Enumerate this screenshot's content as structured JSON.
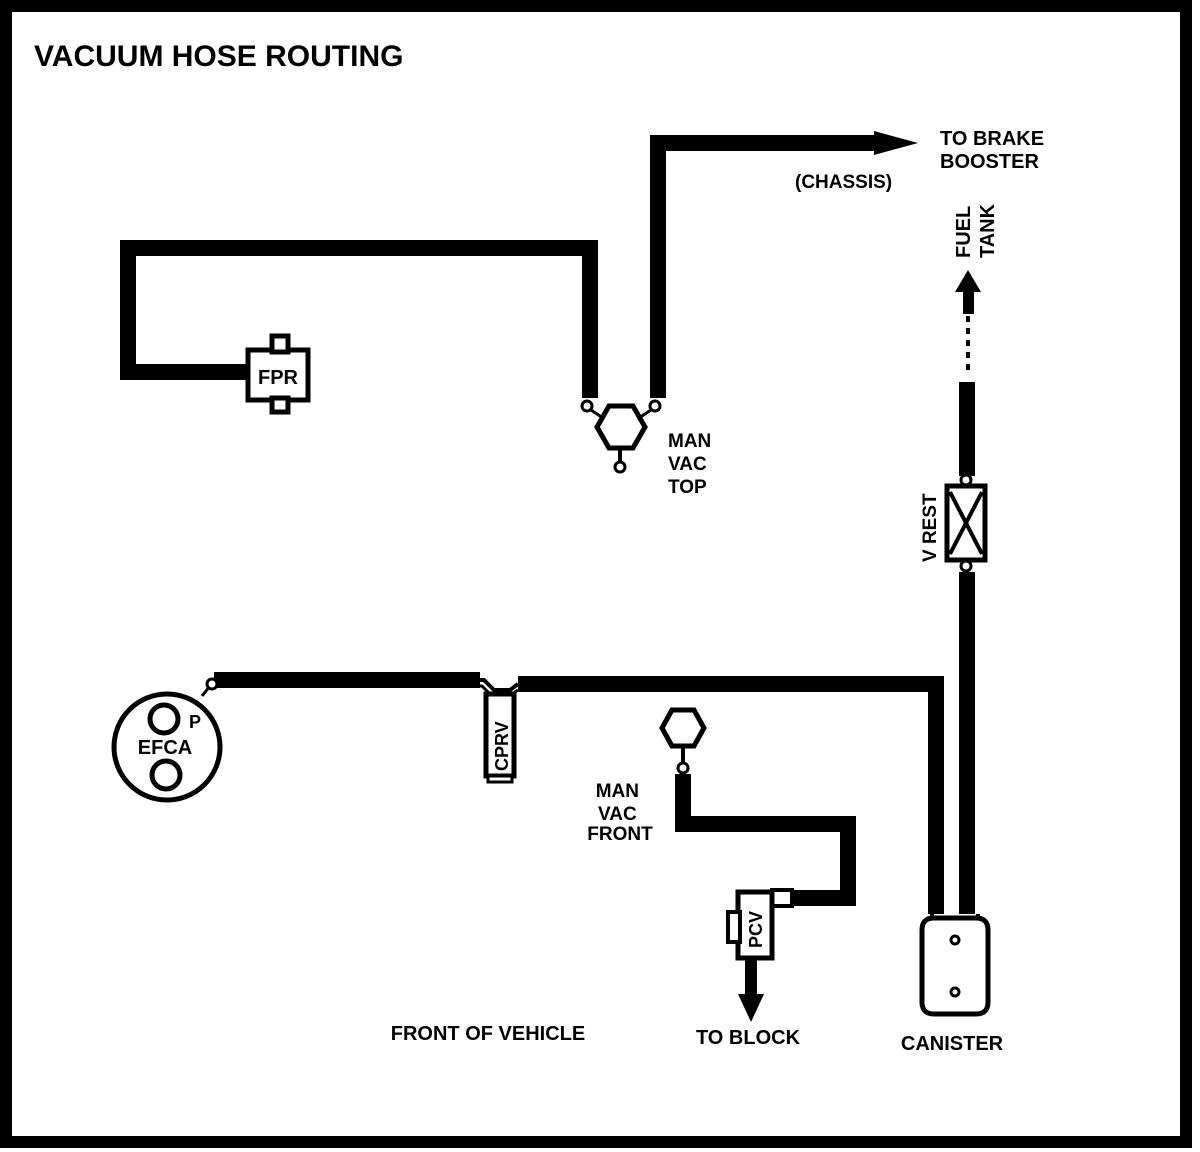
{
  "title": "VACUUM HOSE ROUTING",
  "components": {
    "fpr": "FPR",
    "efca": "EFCA",
    "efca_port": "P",
    "cprv": "CPRV",
    "pcv": "PCV",
    "canister": "CANISTER",
    "v_rest": "V REST",
    "man_vac_top": [
      "MAN",
      "VAC",
      "TOP"
    ],
    "man_vac_front": [
      "MAN",
      "VAC",
      "FRONT"
    ]
  },
  "destinations": {
    "brake_booster": [
      "TO BRAKE",
      "BOOSTER"
    ],
    "chassis": "(CHASSIS)",
    "fuel_tank": [
      "FUEL",
      "TANK"
    ],
    "block": "TO BLOCK"
  },
  "orientation": "FRONT OF VEHICLE",
  "colors": {
    "line": "#000000",
    "background": "#ffffff"
  }
}
